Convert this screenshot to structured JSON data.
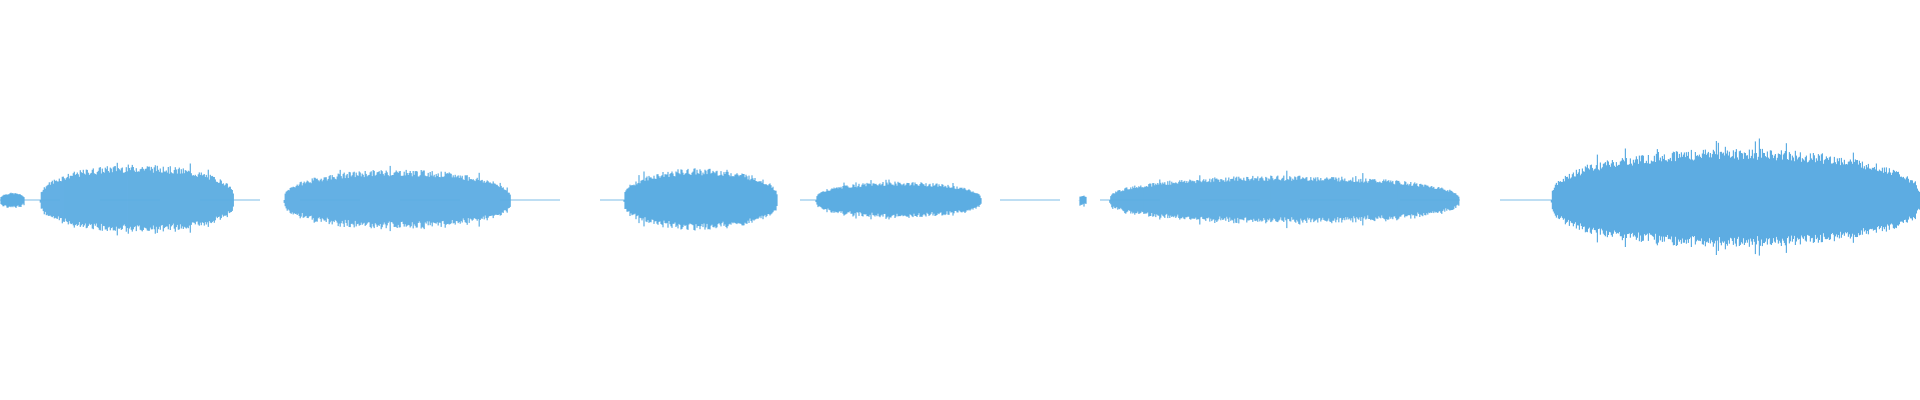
{
  "waveform": {
    "color": "#5dade2",
    "segments": [
      {
        "start": 0.0,
        "end": 0.013,
        "amp": 0.12
      },
      {
        "start": 0.021,
        "end": 0.122,
        "amp": 0.58
      },
      {
        "start": 0.148,
        "end": 0.266,
        "amp": 0.5
      },
      {
        "start": 0.325,
        "end": 0.405,
        "amp": 0.52
      },
      {
        "start": 0.425,
        "end": 0.511,
        "amp": 0.3
      },
      {
        "start": 0.562,
        "end": 0.566,
        "amp": 0.08
      },
      {
        "start": 0.578,
        "end": 0.76,
        "amp": 0.4
      },
      {
        "start": 0.808,
        "end": 1.0,
        "amp": 0.85
      }
    ]
  }
}
